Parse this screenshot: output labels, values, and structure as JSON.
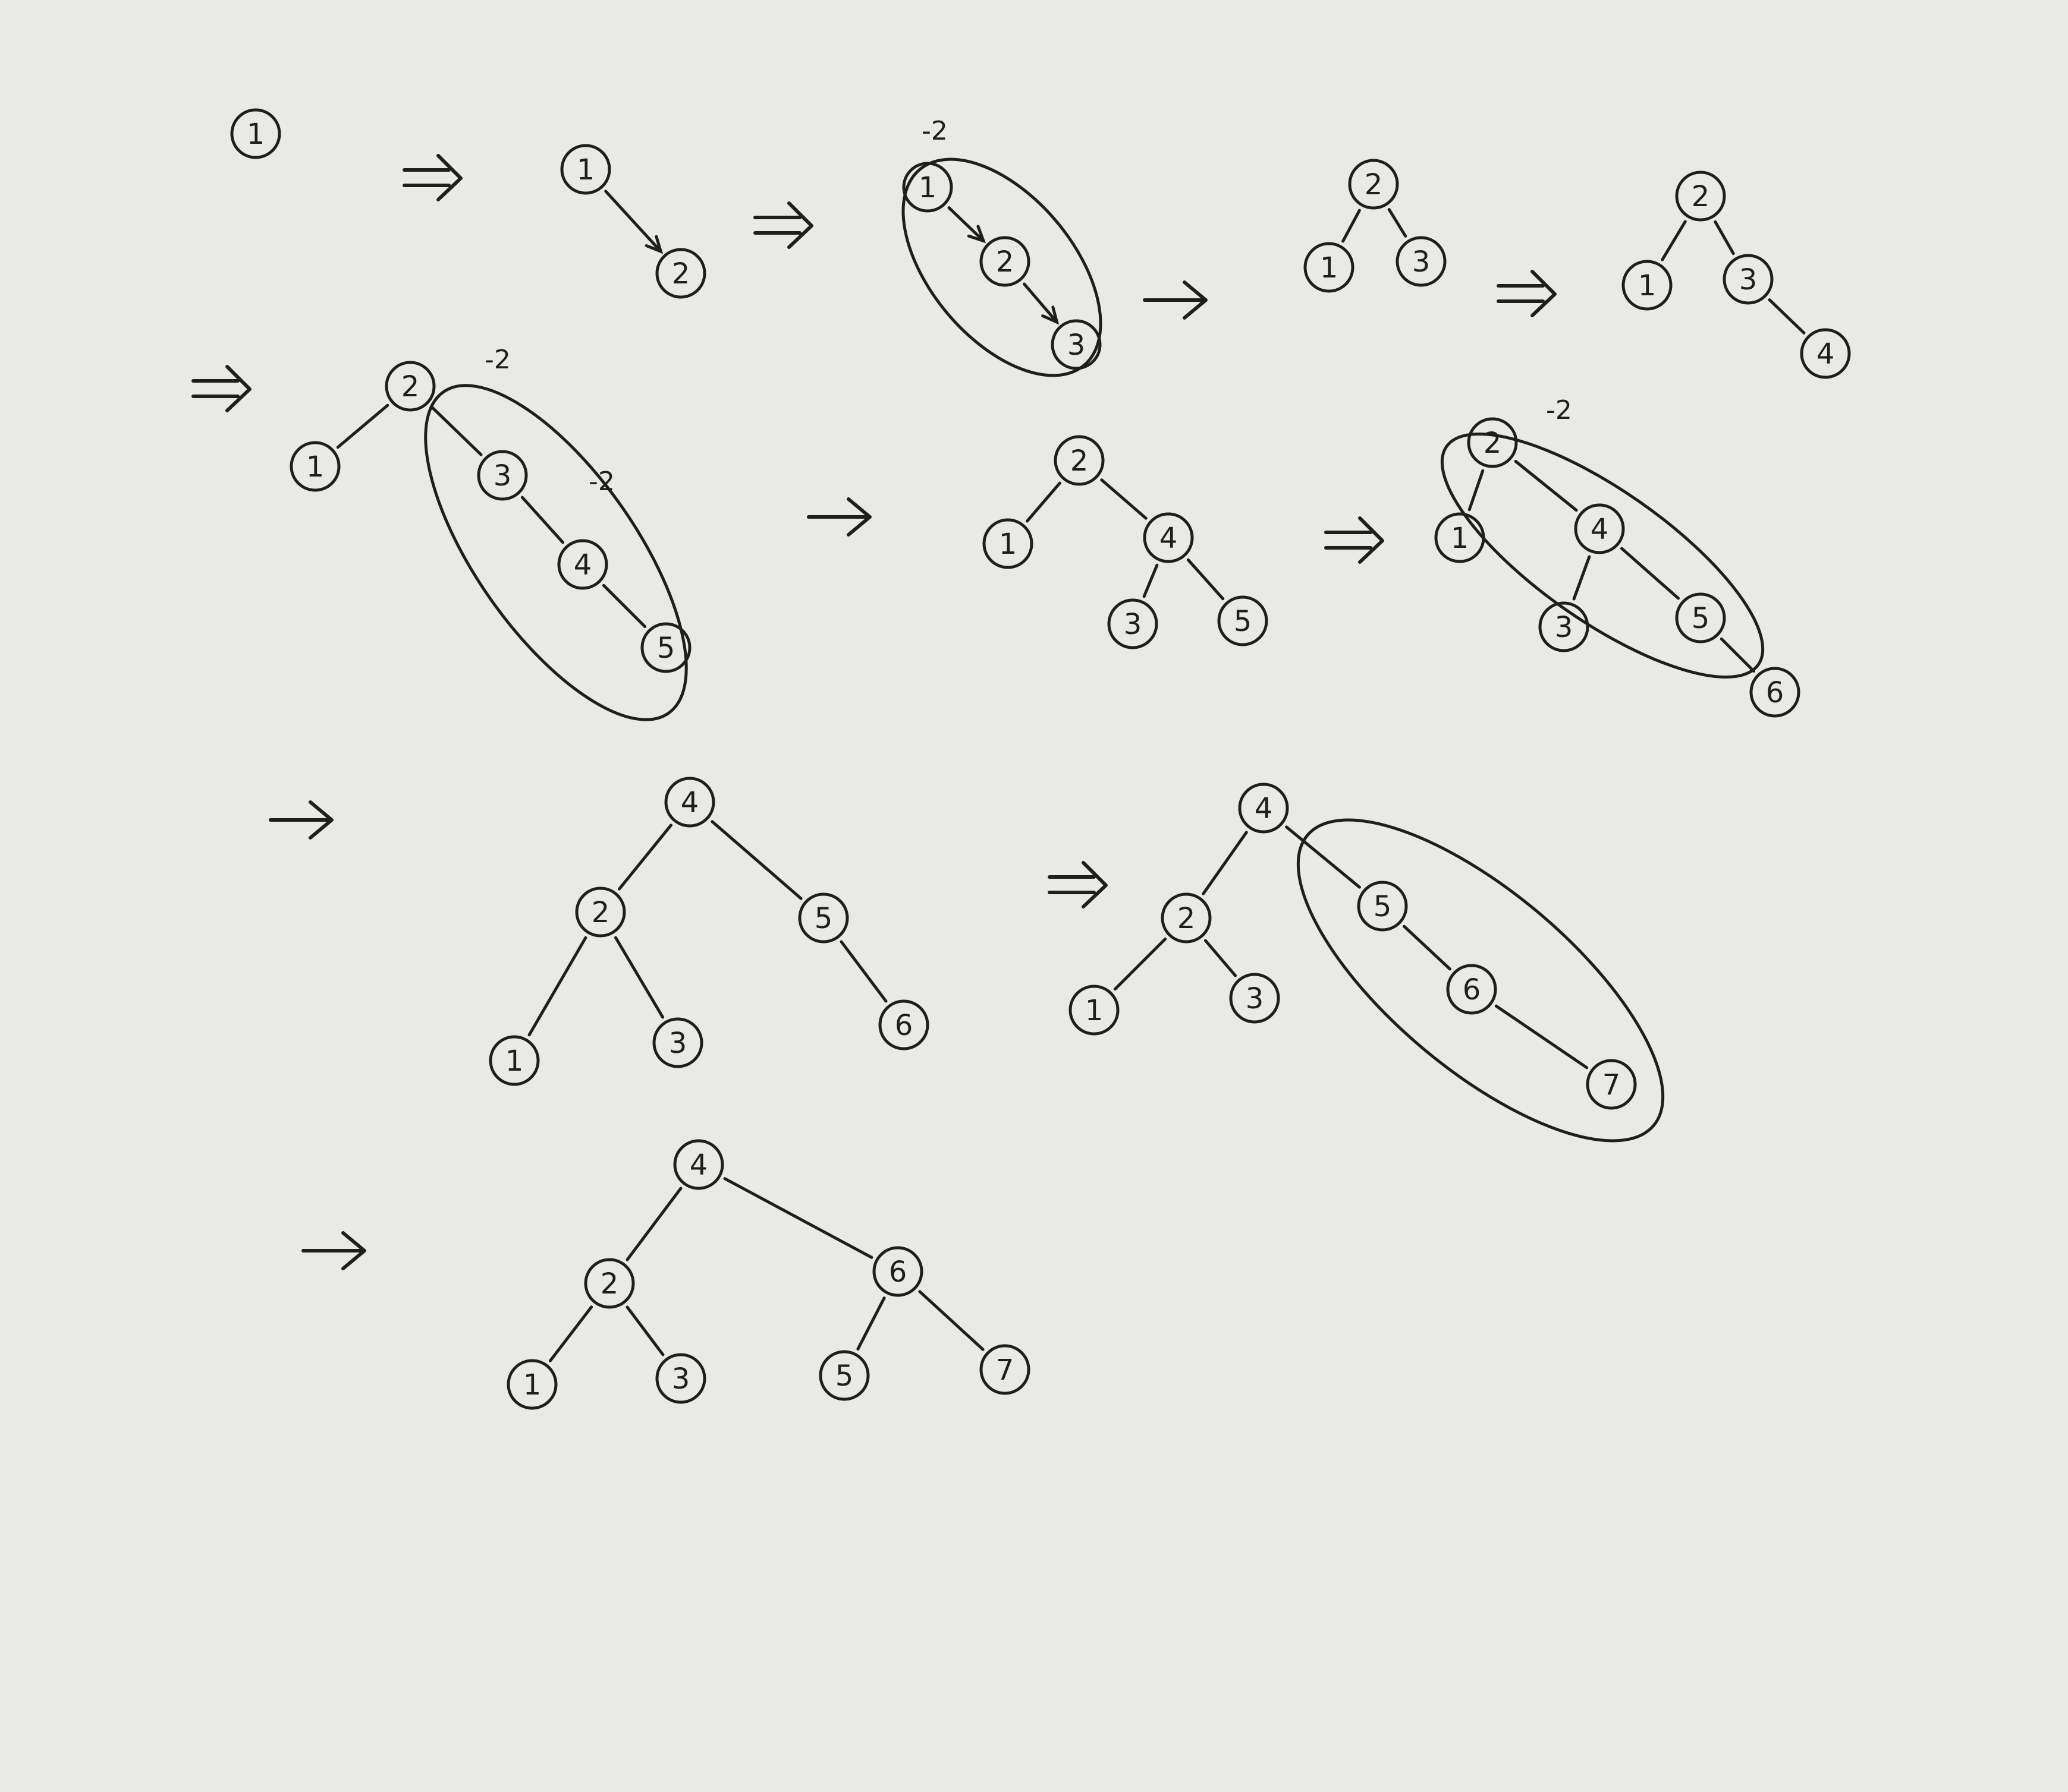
{
  "paper": {
    "color": "#e9e9e6",
    "ink": "#1e1e1e"
  },
  "trees": [
    {
      "nodes": [
        {
          "label": "1"
        }
      ],
      "edges": []
    },
    {
      "nodes": [
        {
          "label": "1"
        },
        {
          "label": "2"
        }
      ],
      "edges": [
        [
          0,
          1
        ]
      ],
      "directed": true
    },
    {
      "nodes": [
        {
          "label": "1"
        },
        {
          "label": "2"
        },
        {
          "label": "3"
        }
      ],
      "edges": [
        [
          0,
          1
        ],
        [
          1,
          2
        ]
      ],
      "directed": true,
      "balance": "-2",
      "highlight": true
    },
    {
      "nodes": [
        {
          "label": "2"
        },
        {
          "label": "1"
        },
        {
          "label": "3"
        }
      ],
      "edges": [
        [
          0,
          1
        ],
        [
          0,
          2
        ]
      ]
    },
    {
      "nodes": [
        {
          "label": "2"
        },
        {
          "label": "1"
        },
        {
          "label": "3"
        },
        {
          "label": "4"
        }
      ],
      "edges": [
        [
          0,
          1
        ],
        [
          0,
          2
        ],
        [
          2,
          3
        ]
      ]
    },
    {
      "nodes": [
        {
          "label": "2"
        },
        {
          "label": "1"
        },
        {
          "label": "3"
        },
        {
          "label": "4"
        },
        {
          "label": "5"
        }
      ],
      "edges": [
        [
          0,
          1
        ],
        [
          0,
          2
        ],
        [
          2,
          3
        ],
        [
          3,
          4
        ]
      ],
      "balance": "-2",
      "balance2": "-2",
      "highlight": true
    },
    {
      "nodes": [
        {
          "label": "2"
        },
        {
          "label": "1"
        },
        {
          "label": "4"
        },
        {
          "label": "3"
        },
        {
          "label": "5"
        }
      ],
      "edges": [
        [
          0,
          1
        ],
        [
          0,
          2
        ],
        [
          2,
          3
        ],
        [
          2,
          4
        ]
      ]
    },
    {
      "nodes": [
        {
          "label": "2"
        },
        {
          "label": "1"
        },
        {
          "label": "4"
        },
        {
          "label": "3"
        },
        {
          "label": "5"
        },
        {
          "label": "6"
        }
      ],
      "edges": [
        [
          0,
          1
        ],
        [
          0,
          2
        ],
        [
          2,
          3
        ],
        [
          2,
          4
        ],
        [
          4,
          5
        ]
      ],
      "balance": "-2",
      "highlight": true
    },
    {
      "nodes": [
        {
          "label": "4"
        },
        {
          "label": "2"
        },
        {
          "label": "5"
        },
        {
          "label": "1"
        },
        {
          "label": "3"
        },
        {
          "label": "6"
        }
      ],
      "edges": [
        [
          0,
          1
        ],
        [
          0,
          2
        ],
        [
          1,
          3
        ],
        [
          1,
          4
        ],
        [
          2,
          5
        ]
      ]
    },
    {
      "nodes": [
        {
          "label": "4"
        },
        {
          "label": "2"
        },
        {
          "label": "5"
        },
        {
          "label": "1"
        },
        {
          "label": "3"
        },
        {
          "label": "6"
        },
        {
          "label": "7"
        }
      ],
      "edges": [
        [
          0,
          1
        ],
        [
          0,
          2
        ],
        [
          1,
          3
        ],
        [
          1,
          4
        ],
        [
          2,
          5
        ],
        [
          5,
          6
        ]
      ],
      "highlight": true
    },
    {
      "nodes": [
        {
          "label": "4"
        },
        {
          "label": "2"
        },
        {
          "label": "6"
        },
        {
          "label": "1"
        },
        {
          "label": "3"
        },
        {
          "label": "5"
        },
        {
          "label": "7"
        }
      ],
      "edges": [
        [
          0,
          1
        ],
        [
          0,
          2
        ],
        [
          1,
          3
        ],
        [
          1,
          4
        ],
        [
          2,
          5
        ],
        [
          2,
          6
        ]
      ]
    }
  ],
  "arrows": [
    {
      "kind": "double"
    },
    {
      "kind": "double"
    },
    {
      "kind": "single"
    },
    {
      "kind": "double"
    },
    {
      "kind": "double"
    },
    {
      "kind": "single"
    },
    {
      "kind": "double"
    },
    {
      "kind": "single"
    },
    {
      "kind": "double"
    },
    {
      "kind": "single"
    }
  ]
}
